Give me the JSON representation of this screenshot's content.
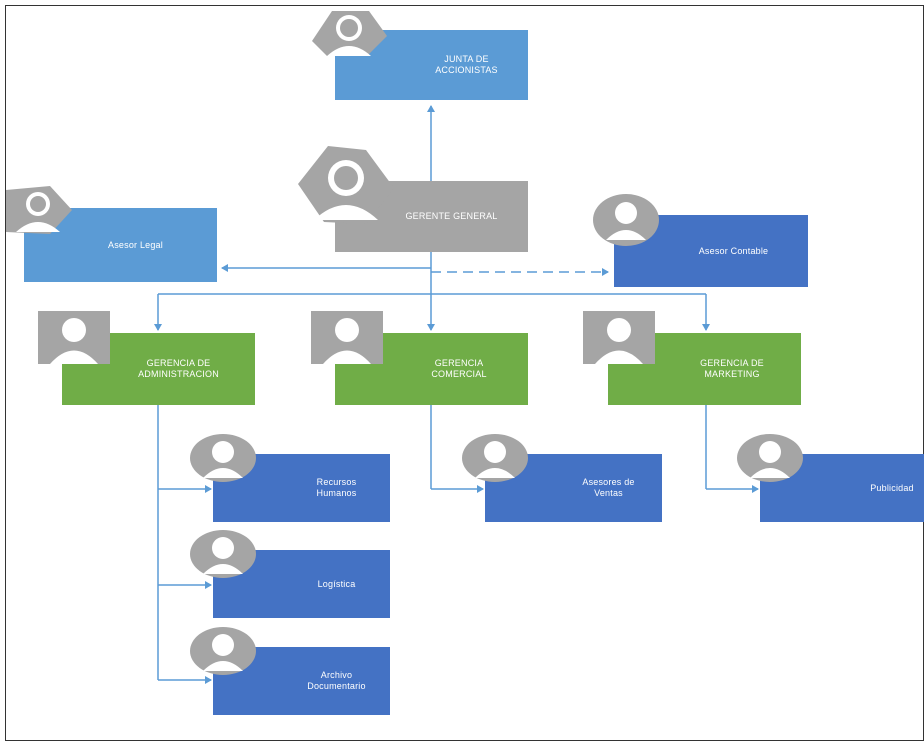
{
  "colors": {
    "light_blue": "#5b9bd5",
    "dark_blue": "#4472c4",
    "gray": "#a5a5a5",
    "green": "#70ad47",
    "connector": "#5b9bd5"
  },
  "org_chart": {
    "junta": "JUNTA DE\nACCIONISTAS",
    "gerente": "GERENTE GENERAL",
    "asesor_legal": "Asesor Legal",
    "asesor_contable": "Asesor Contable",
    "gerencia_admin": "GERENCIA DE\nADMINISTRACION",
    "gerencia_comercial": "GERENCIA\nCOMERCIAL",
    "gerencia_marketing": "GERENCIA DE\nMARKETING",
    "recursos_humanos": "Recursos\nHumanos",
    "logistica": "Logística",
    "archivo": "Archivo\nDocumentario",
    "asesores_ventas": "Asesores de\nVentas",
    "publicidad": "Publicidad"
  },
  "icons": {
    "person": "person-placeholder-icon"
  }
}
